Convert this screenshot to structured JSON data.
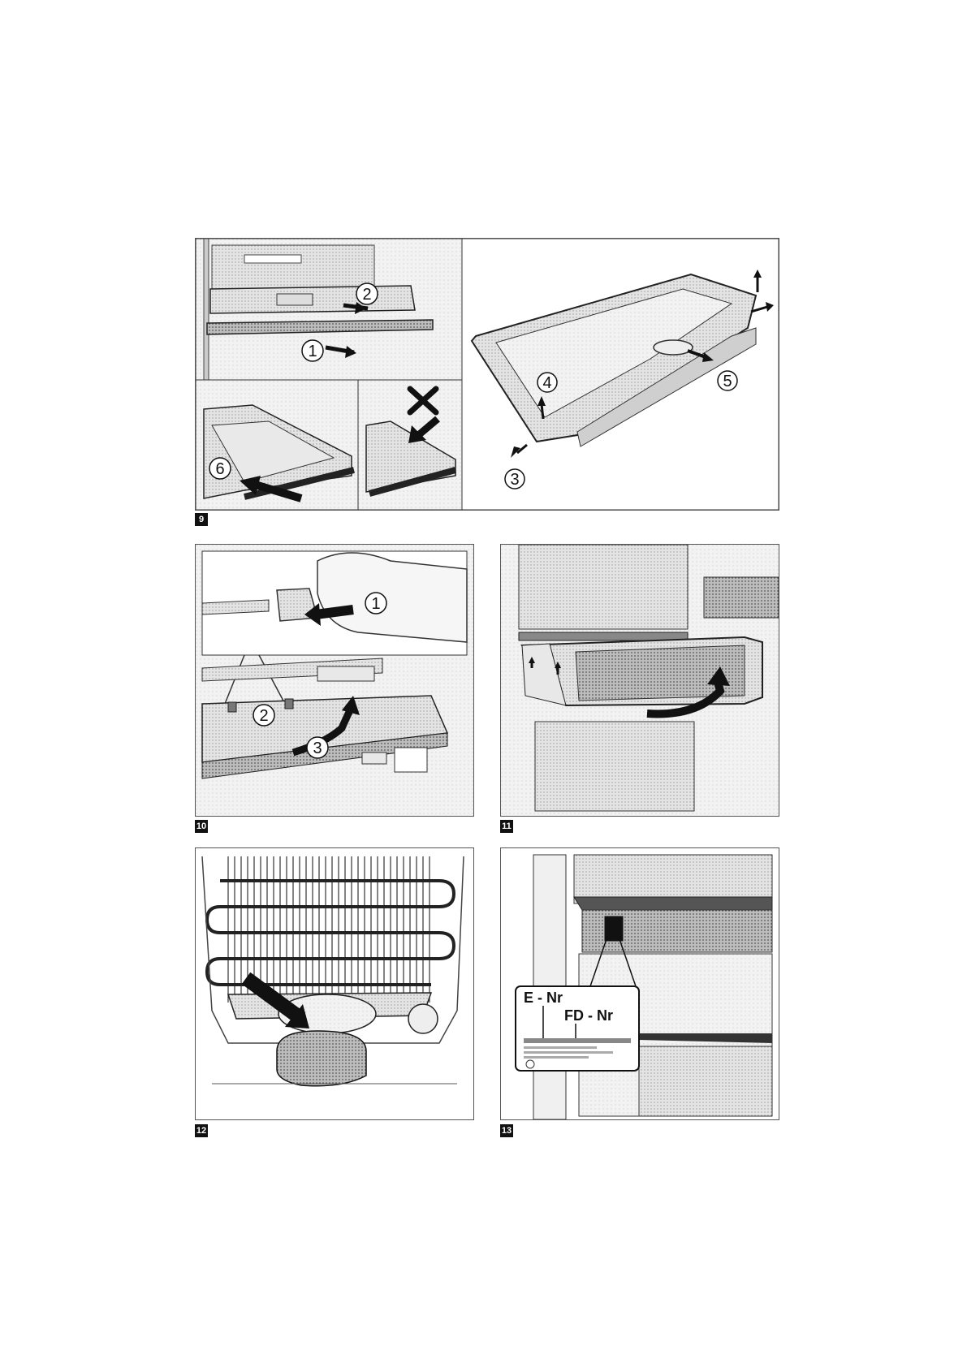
{
  "figures": {
    "fig9": {
      "label": "9",
      "steps": [
        "1",
        "2",
        "3",
        "4",
        "5",
        "6"
      ]
    },
    "fig10": {
      "label": "10",
      "steps": [
        "1",
        "2",
        "3"
      ]
    },
    "fig11": {
      "label": "11"
    },
    "fig12": {
      "label": "12"
    },
    "fig13": {
      "label": "13",
      "e_nr": "E - Nr",
      "fd_nr": "FD - Nr"
    }
  },
  "icons": [
    "arrow-icon",
    "cross-icon"
  ]
}
